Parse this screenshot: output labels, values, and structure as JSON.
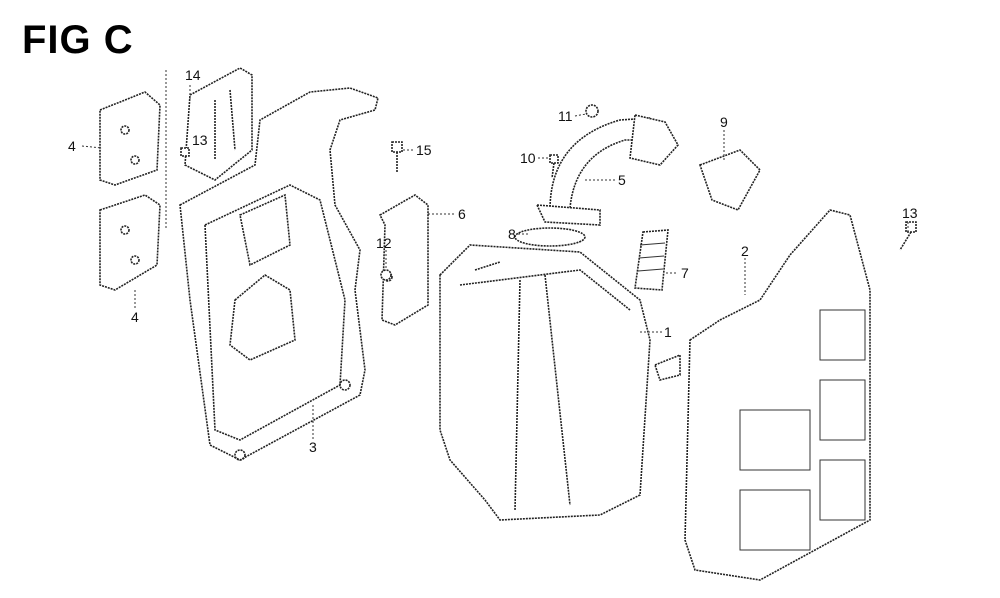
{
  "figure": {
    "title": "FIG C",
    "callouts": {
      "c1": "1",
      "c2": "2",
      "c3": "3",
      "c4a": "4",
      "c4b": "4",
      "c5": "5",
      "c6": "6",
      "c7": "7",
      "c8": "8",
      "c9": "9",
      "c10": "10",
      "c11": "11",
      "c12": "12",
      "c13a": "13",
      "c13b": "13",
      "c14": "14",
      "c15": "15"
    }
  }
}
